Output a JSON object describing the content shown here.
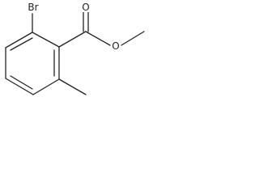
{
  "structure": {
    "atom_labels": {
      "bromine": "Br",
      "carbonyl_oxygen": "O",
      "ester_oxygen": "O"
    }
  },
  "colors": {
    "bond": "#222222",
    "background": "#ffffff"
  }
}
